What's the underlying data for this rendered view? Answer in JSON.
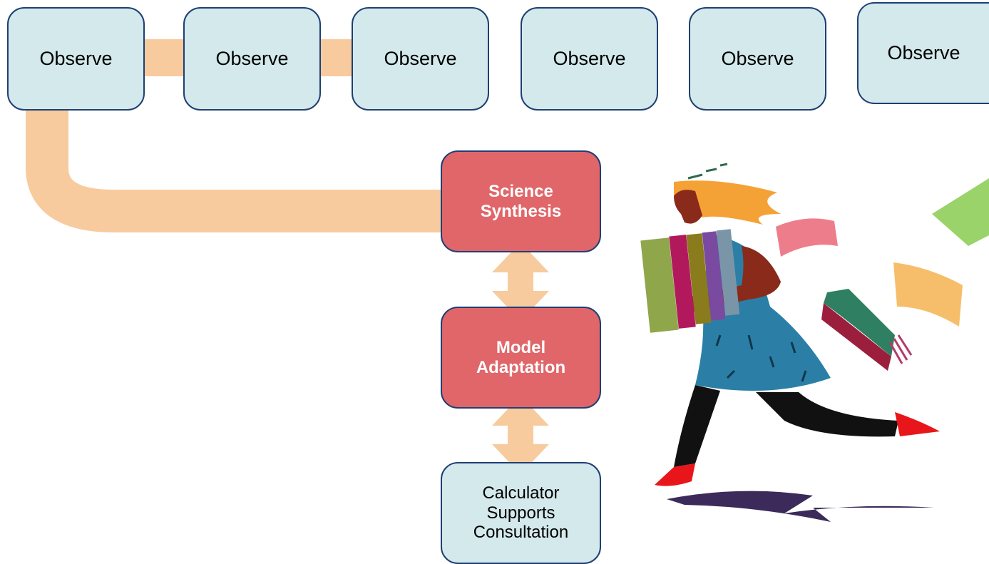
{
  "observe_nodes": [
    "Observe",
    "Observe",
    "Observe",
    "Observe",
    "Observe",
    "Observe"
  ],
  "synthesis": {
    "line1": "Science",
    "line2": "Synthesis"
  },
  "adaptation": {
    "line1": "Model",
    "line2": "Adaptation"
  },
  "calculator": {
    "line1": "Calculator",
    "line2": "Supports",
    "line3": "Consultation"
  },
  "colors": {
    "node_fill": "#d4e9ec",
    "node_border": "#1f3f73",
    "highlight_fill": "#e0666a",
    "connector": "#f7cb9e"
  },
  "illustration": "running-woman-with-books-clipart"
}
